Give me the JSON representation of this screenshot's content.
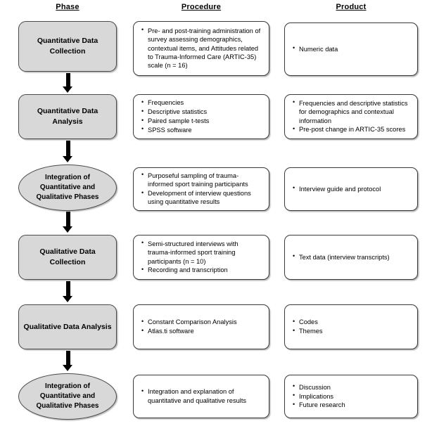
{
  "headers": {
    "phase": "Phase",
    "procedure": "Procedure",
    "product": "Product"
  },
  "rows": [
    {
      "phase": "Quantitative Data Collection",
      "phase_shape": "rounded-rect",
      "procedure": [
        "Pre- and post-training administration of survey assessing demographics, contextual items, and Attitudes related to Trauma-Informed Care (ARTIC-35) scale (n = 16)"
      ],
      "product": [
        "Numeric data"
      ]
    },
    {
      "phase": "Quantitative Data Analysis",
      "phase_shape": "rounded-rect",
      "procedure": [
        "Frequencies",
        "Descriptive statistics",
        "Paired sample t-tests",
        "SPSS software"
      ],
      "product": [
        "Frequencies and descriptive statistics for demographics and contextual information",
        "Pre-post change in ARTIC-35 scores"
      ]
    },
    {
      "phase": "Integration of Quantitative and Qualitative Phases",
      "phase_shape": "ellipse",
      "procedure": [
        "Purposeful sampling of trauma-informed sport training participants",
        "Development of interview questions using quantitative results"
      ],
      "product": [
        "Interview guide and protocol"
      ]
    },
    {
      "phase": "Qualitative Data Collection",
      "phase_shape": "rounded-rect",
      "procedure": [
        "Semi-structured interviews with trauma-informed sport training participants (n = 10)",
        "Recording and transcription"
      ],
      "product": [
        "Text data (interview transcripts)"
      ]
    },
    {
      "phase": "Qualitative Data Analysis",
      "phase_shape": "rounded-rect",
      "procedure": [
        "Constant Comparison Analysis",
        "Atlas.ti software"
      ],
      "product": [
        "Codes",
        "Themes"
      ]
    },
    {
      "phase": "Integration of Quantitative and Qualitative Phases",
      "phase_shape": "ellipse",
      "procedure": [
        "Integration and explanation of quantitative and qualitative results"
      ],
      "product": [
        "Discussion",
        "Implications",
        "Future research"
      ]
    }
  ],
  "connectors": [
    {
      "name": "arrow-row1-to-row2"
    },
    {
      "name": "arrow-row2-to-row3"
    },
    {
      "name": "arrow-row3-to-row4"
    },
    {
      "name": "arrow-row4-to-row5"
    },
    {
      "name": "arrow-row5-to-row6"
    }
  ],
  "colors": {
    "phase_fill": "#d8d8d8",
    "node_border": "#3a3a3a",
    "box_fill": "#ffffff",
    "arrow": "#000000",
    "text": "#000000"
  }
}
